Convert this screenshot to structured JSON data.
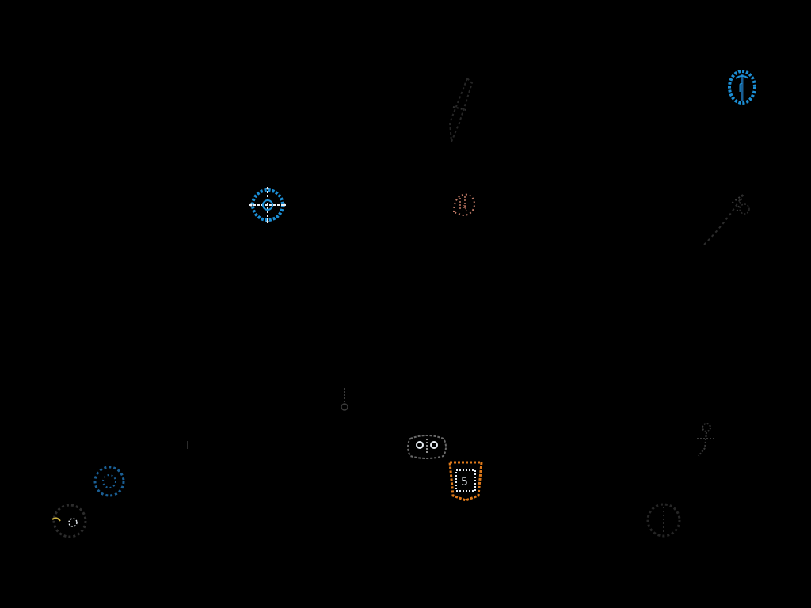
{
  "canvas": {
    "background": "#000000"
  },
  "colors": {
    "blue": "#1c8fd6",
    "blue_dark": "#1a5f95",
    "white": "#e8eef4",
    "orange": "#e07a1a",
    "salmon": "#c07a66",
    "gray": "#3a3a3a",
    "dim_gray": "#262626",
    "yellow": "#c9b040"
  },
  "icons": [
    {
      "name": "compass-crosshair-icon",
      "color": "blue"
    },
    {
      "name": "shield-badge-icon",
      "color": "blue"
    },
    {
      "name": "pencil-shape-icon",
      "color": "dim_gray"
    },
    {
      "name": "hand-sketch-icon",
      "color": "salmon"
    },
    {
      "name": "arrow-sketch-icon",
      "color": "gray"
    },
    {
      "name": "dot-marker-icon",
      "color": "gray"
    },
    {
      "name": "small-mark-icon",
      "color": "gray"
    },
    {
      "name": "controller-icon",
      "color": "white"
    },
    {
      "name": "html5-shield-icon",
      "color": "orange"
    },
    {
      "name": "blue-circle-icon",
      "color": "blue_dark"
    },
    {
      "name": "yellow-circle-icon",
      "color": "yellow"
    },
    {
      "name": "figure-sketch-icon",
      "color": "gray"
    },
    {
      "name": "circle-sketch-icon",
      "color": "dim_gray"
    }
  ],
  "glyphs": {
    "shield_glyph": "f",
    "hand_glyph": "R",
    "html5_glyph": "5"
  }
}
